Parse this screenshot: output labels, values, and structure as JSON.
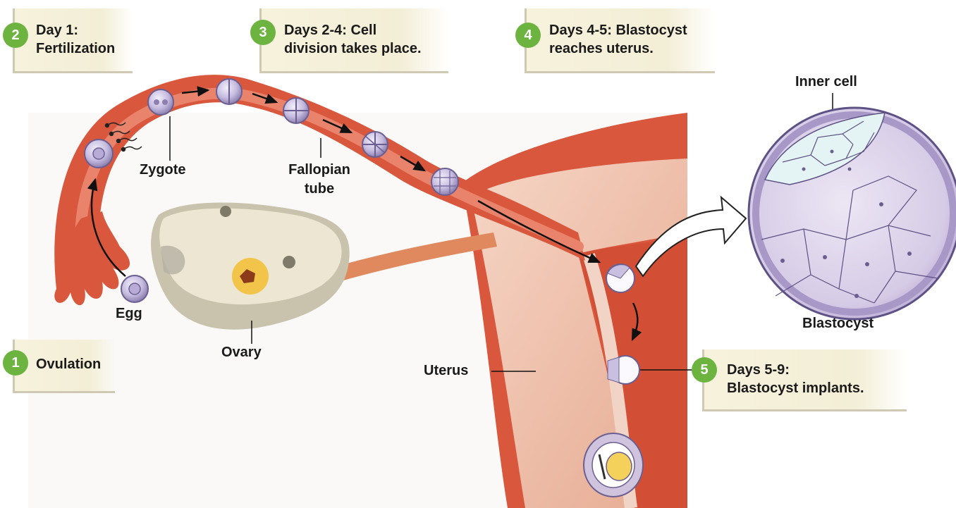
{
  "steps": [
    {
      "number": "1",
      "line1": "Ovulation",
      "line2": ""
    },
    {
      "number": "2",
      "line1": "Day 1:",
      "line2": "Fertilization"
    },
    {
      "number": "3",
      "line1": "Days 2-4: Cell",
      "line2": "division takes place."
    },
    {
      "number": "4",
      "line1": "Days 4-5: Blastocyst",
      "line2": "reaches uterus."
    },
    {
      "number": "5",
      "line1": "Days 5-9:",
      "line2": "Blastocyst implants."
    }
  ],
  "labels": {
    "zygote": "Zygote",
    "fallopian_line1": "Fallopian",
    "fallopian_line2": "tube",
    "egg": "Egg",
    "ovary": "Ovary",
    "uterus": "Uterus",
    "inner_cell": "Inner cell",
    "blastocyst": "Blastocyst"
  },
  "colors": {
    "badge": "#6cb33f",
    "tissue": "#d9573d",
    "tube_lumen": "#e9836b",
    "uterine_wall": "#f0c9b8",
    "ovary": "#dcd8c2",
    "cell": "#c9bfe0"
  }
}
